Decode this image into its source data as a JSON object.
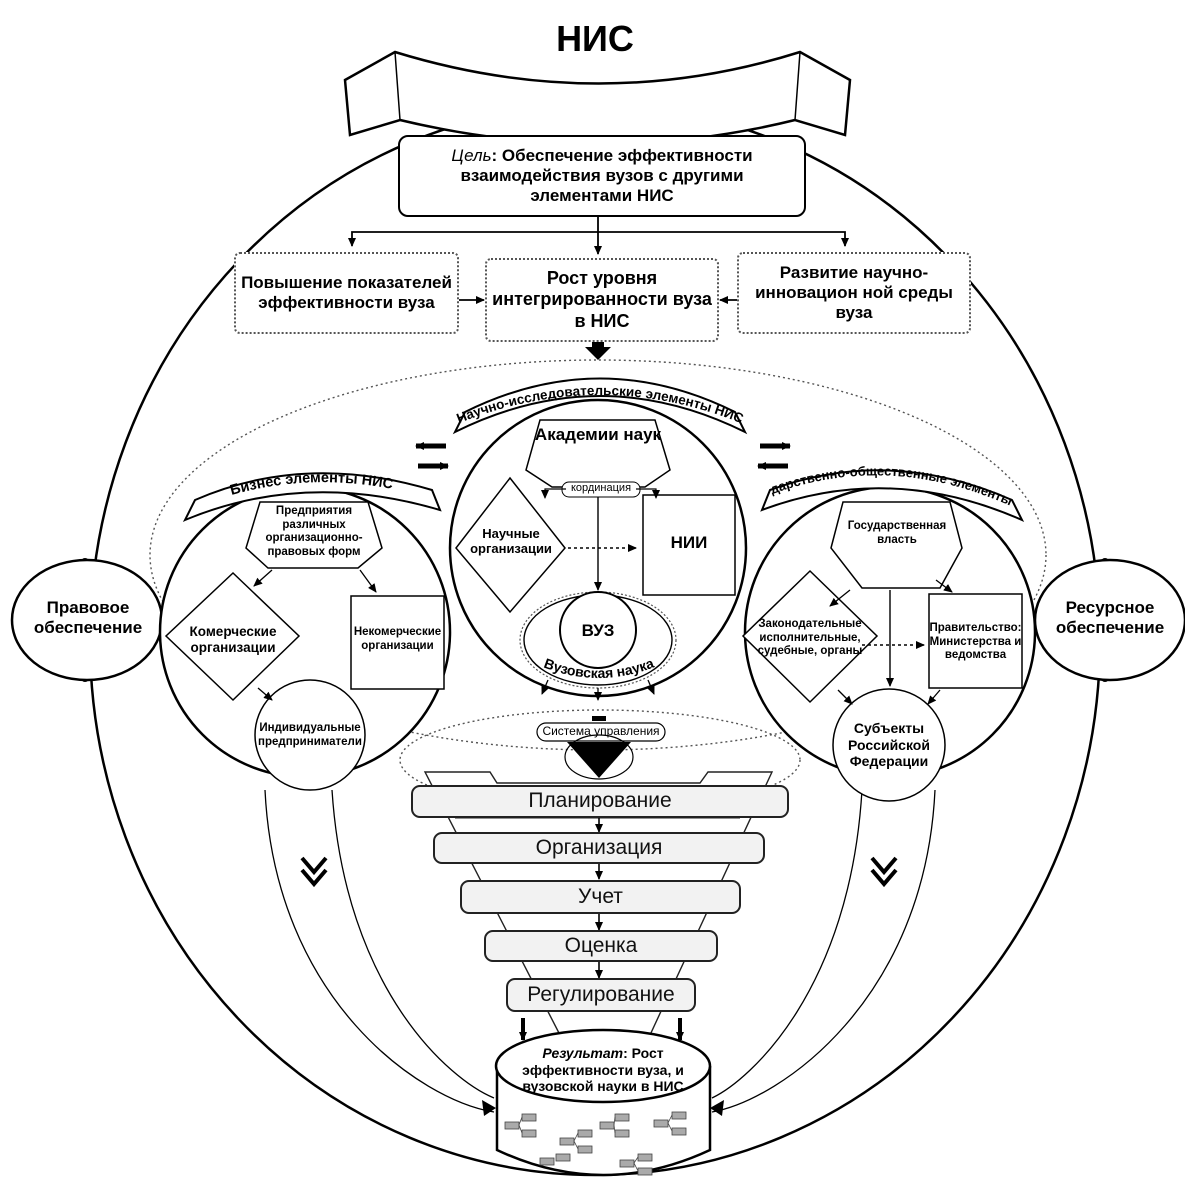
{
  "title": "НИС",
  "goal": {
    "prefix": "Цель",
    "text": ": Обеспечение эффективности взаимодействия вузов с другими элементами НИС"
  },
  "top_boxes": {
    "left": "Повышение показателей эффективности вуза",
    "center": "Рост уровня интегрированности вуза в НИС",
    "right": "Развитие научно-инновацион ной среды вуза"
  },
  "side": {
    "left": "Правовое обеспечение",
    "right": "Ресурсное обеспечение"
  },
  "research": {
    "banner": "Научно-исследовательские элементы НИС",
    "academies": "Академии наук",
    "coordination": "кординация",
    "sci_orgs": "Научные организации",
    "nii": "НИИ",
    "vuz": "ВУЗ",
    "vuz_science": "Вузовская наука"
  },
  "business": {
    "banner": "Бизнес элементы НИС",
    "enterprises": "Предприятия различных организационно-правовых форм",
    "commercial": "Комерческие организации",
    "noncommercial": "Некомерческие организации",
    "entrepreneurs": "Индивидуальные предприниматели"
  },
  "state": {
    "banner": "Государственно-общественные элементы НИС",
    "power": "Государственная власть",
    "branches": "Законодательные исполнительные, судебные, органы",
    "government": "Правительство: Министерства и ведомства",
    "subjects": "Субъекты Российской Федерации"
  },
  "management": {
    "label": "Система управления",
    "stages": [
      "Планирование",
      "Организация",
      "Учет",
      "Оценка",
      "Регулирование"
    ]
  },
  "result": {
    "prefix": "Результат",
    "text": ": Рост эффективности вуза, и вузовской науки в НИС"
  }
}
